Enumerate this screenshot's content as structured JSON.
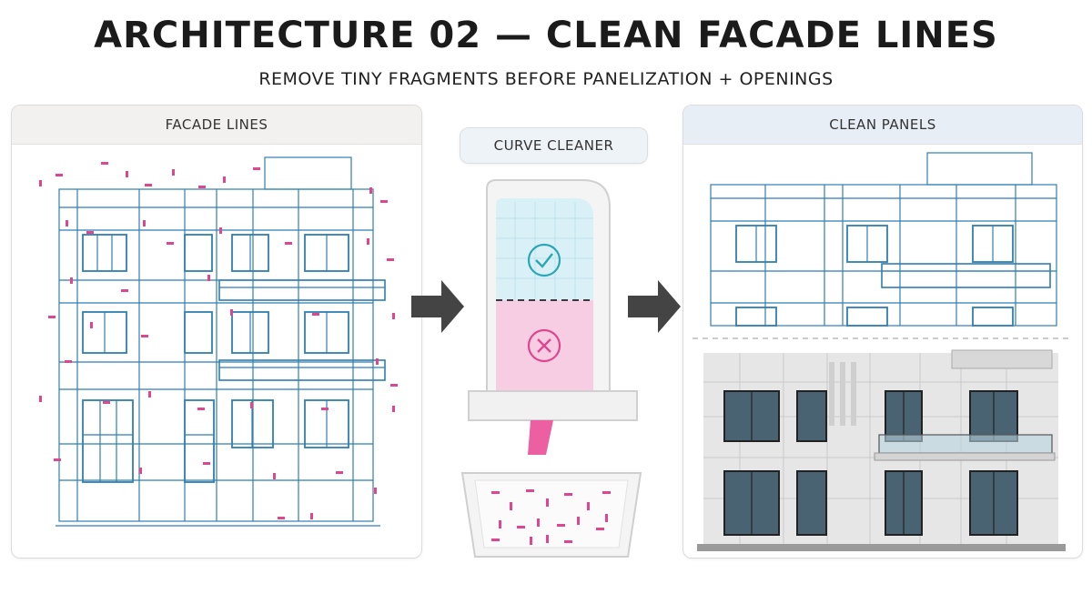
{
  "header": {
    "title": "ARCHITECTURE 02 — CLEAN FACADE LINES",
    "subtitle": "REMOVE TINY FRAGMENTS BEFORE PANELIZATION + OPENINGS"
  },
  "panels": {
    "left": {
      "label": "FACADE LINES"
    },
    "middle": {
      "label": "CURVE CLEANER"
    },
    "right": {
      "label": "CLEAN PANELS"
    }
  },
  "colors": {
    "line_blue": "#2f7fb0",
    "fragment_pink": "#e0458f",
    "pass_green": "#2aa6b8",
    "fail_pink": "#e0458f",
    "arrow": "#444444"
  },
  "icons": {
    "pass": "check-circle-icon",
    "fail": "x-circle-icon",
    "flow": "right-arrow-icon"
  }
}
